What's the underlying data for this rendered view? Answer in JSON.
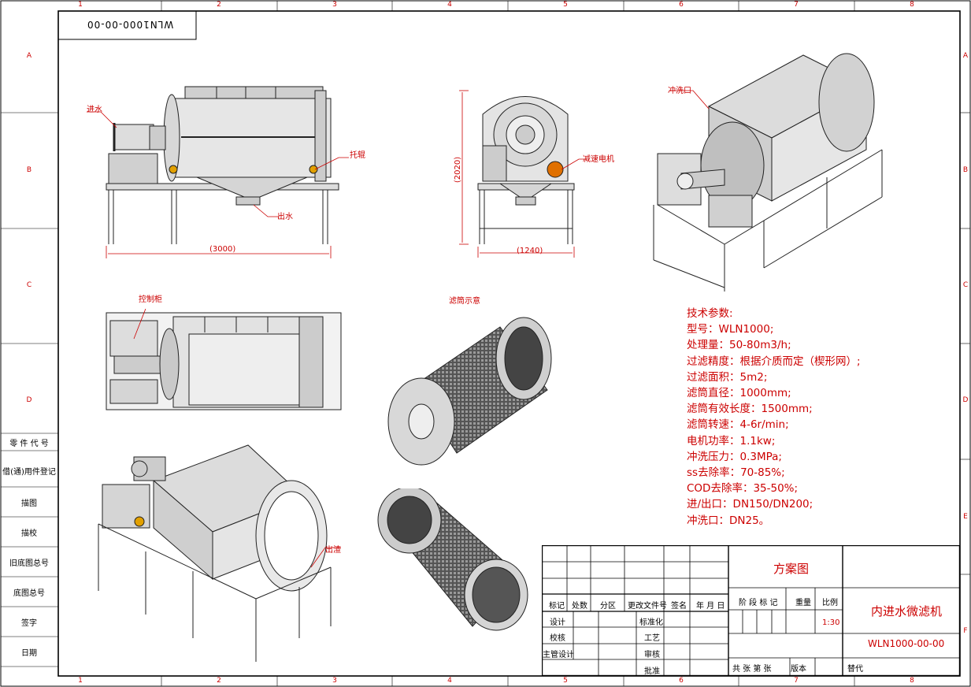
{
  "drawing_number_top": "WLN1000-00-00",
  "zones": {
    "columns": [
      "1",
      "2",
      "3",
      "4",
      "5",
      "6",
      "7",
      "8"
    ],
    "rows": [
      "A",
      "B",
      "C",
      "D",
      "E",
      "F"
    ]
  },
  "side_table": [
    "零 件 代 号",
    "借(通)用件登记",
    "描图",
    "描校",
    "旧底图总号",
    "底图总号",
    "签字",
    "日期"
  ],
  "labels": {
    "inlet": "进水",
    "support_roller": "托辊",
    "outlet_water": "出水",
    "reducer_motor": "减速电机",
    "wash_port": "冲洗口",
    "control_cabinet": "控制柜",
    "screen_drum_diagram": "滤筒示意",
    "outlet_lower": "出渣"
  },
  "dimensions": {
    "length": "(3000)",
    "height": "(2020)",
    "width": "(1240)"
  },
  "tech_params": [
    "技术参数:",
    "型号：WLN1000;",
    "处理量：50-80m3/h;",
    "过滤精度：根据介质而定（楔形网）;",
    "过滤面积：5m2;",
    "滤筒直径：1000mm;",
    "滤筒有效长度：1500mm;",
    "滤筒转速：4-6r/min;",
    "电机功率：1.1kw;",
    "冲洗压力：0.3MPa;",
    "ss去除率：70-85%;",
    "COD去除率：35-50%;",
    "进/出口：DN150/DN200;",
    "冲洗口：DN25。"
  ],
  "title_block": {
    "scheme": "方案图",
    "product_name": "内进水微滤机",
    "drawing_number": "WLN1000-00-00",
    "scale_label": "比例",
    "scale_value": "1:30",
    "weight_label": "重量",
    "stage_label": "阶 段 标 记",
    "sheets": "共  张  第  张",
    "version": "版本",
    "replace": "替代",
    "header_cols": [
      "标记",
      "处数",
      "分区",
      "更改文件号",
      "签名",
      "年 月 日"
    ],
    "left_rows": [
      "设计",
      "校核",
      "主管设计"
    ],
    "mid_rows": [
      "标准化",
      "工艺",
      "审核",
      "批准"
    ]
  }
}
